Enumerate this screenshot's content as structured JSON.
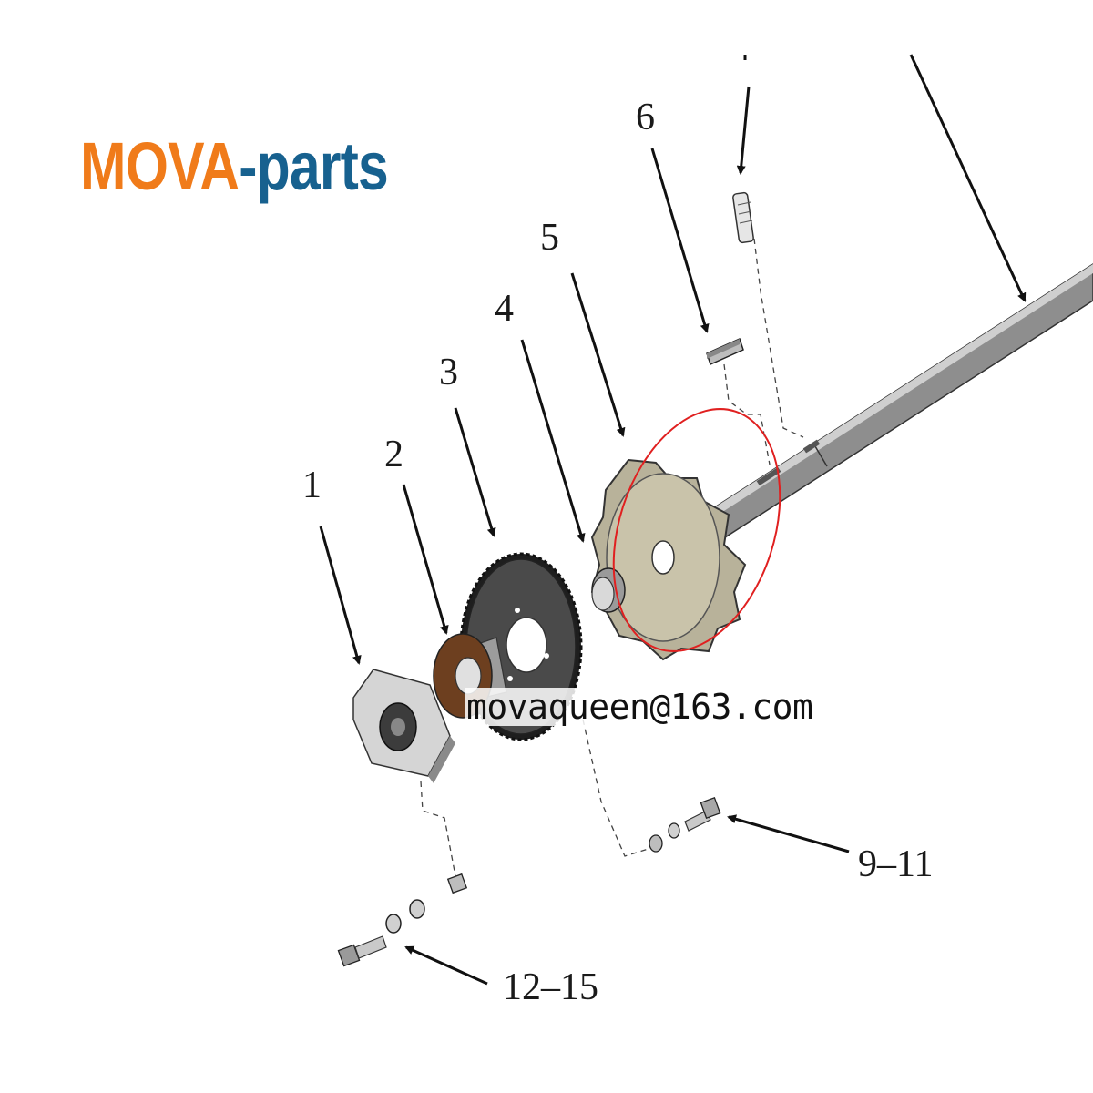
{
  "brand": {
    "part1": "MOVA",
    "part2": "-parts",
    "color1": "#f07b1a",
    "color2": "#17618f"
  },
  "email": "movaqueen@163.com",
  "callouts": {
    "c1": "1",
    "c2": "2",
    "c3": "3",
    "c4": "4",
    "c5": "5",
    "c6": "6",
    "c9_11": "9–11",
    "c12_15": "12–15"
  },
  "highlight_color": "#e02020"
}
